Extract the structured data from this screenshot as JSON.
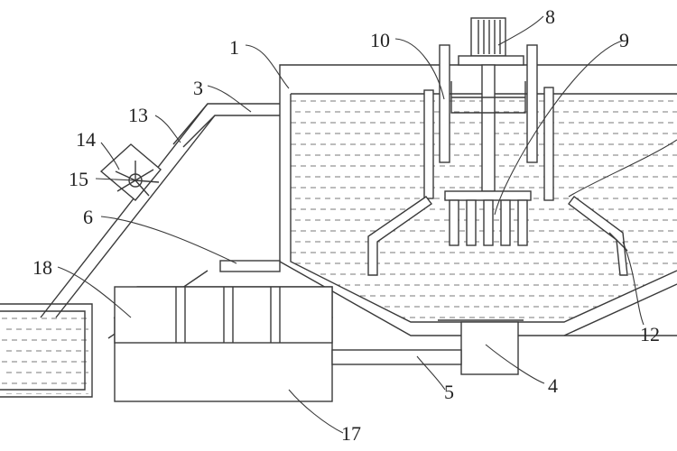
{
  "diagram": {
    "callouts": {
      "c1": "1",
      "c3": "3",
      "c4": "4",
      "c5": "5",
      "c6": "6",
      "c8": "8",
      "c9": "9",
      "c10": "10",
      "c12": "12",
      "c13": "13",
      "c14": "14",
      "c15": "15",
      "c17": "17",
      "c18": "18"
    },
    "colors": {
      "stroke": "#3a3a3a",
      "liquid": "#7a7a7a",
      "background": "#ffffff"
    }
  }
}
